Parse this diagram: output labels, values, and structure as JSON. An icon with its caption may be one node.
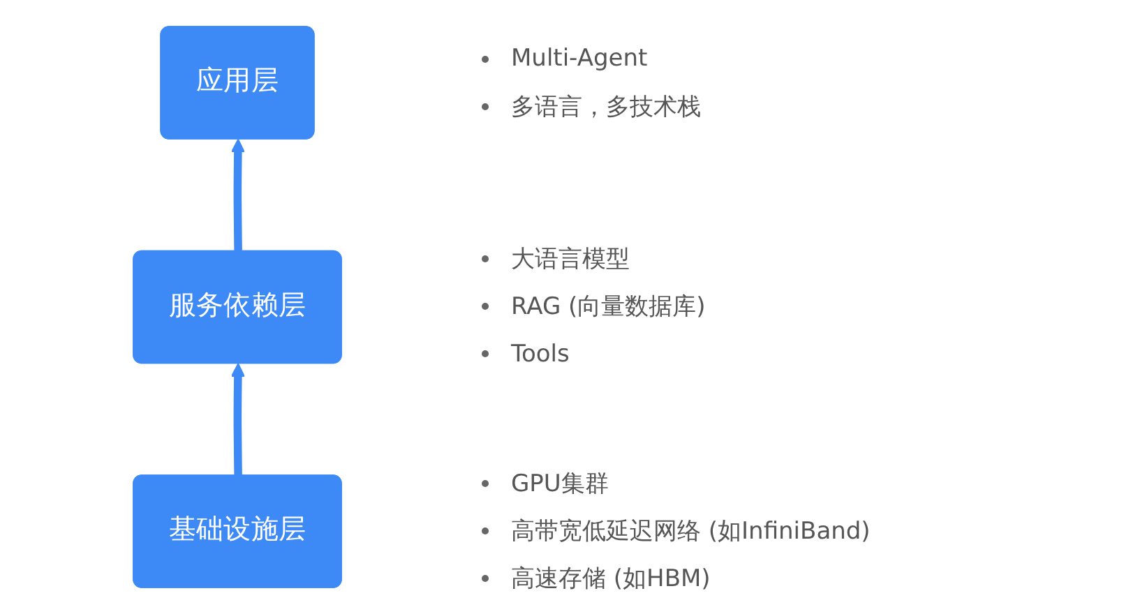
{
  "diagram": {
    "nodes": [
      {
        "text": [
          "应用层"
        ],
        "beside": [
          "Multi-Agent",
          "多语言，多技术栈"
        ]
      },
      {
        "text": [
          "服务依赖层"
        ],
        "beside": [
          "大语言模型",
          "RAG (向量数据库)",
          "Tools"
        ]
      },
      {
        "text": [
          "基础设施层"
        ],
        "beside": [
          "GPU集群",
          "高带宽低延迟网络 (如InfiniBand)",
          "高速存储 (如HBM)"
        ]
      }
    ],
    "edges": [
      {
        "from": 1,
        "to": 0,
        "arrow": "to"
      },
      {
        "from": 2,
        "to": 1,
        "arrow": "to"
      }
    ]
  }
}
